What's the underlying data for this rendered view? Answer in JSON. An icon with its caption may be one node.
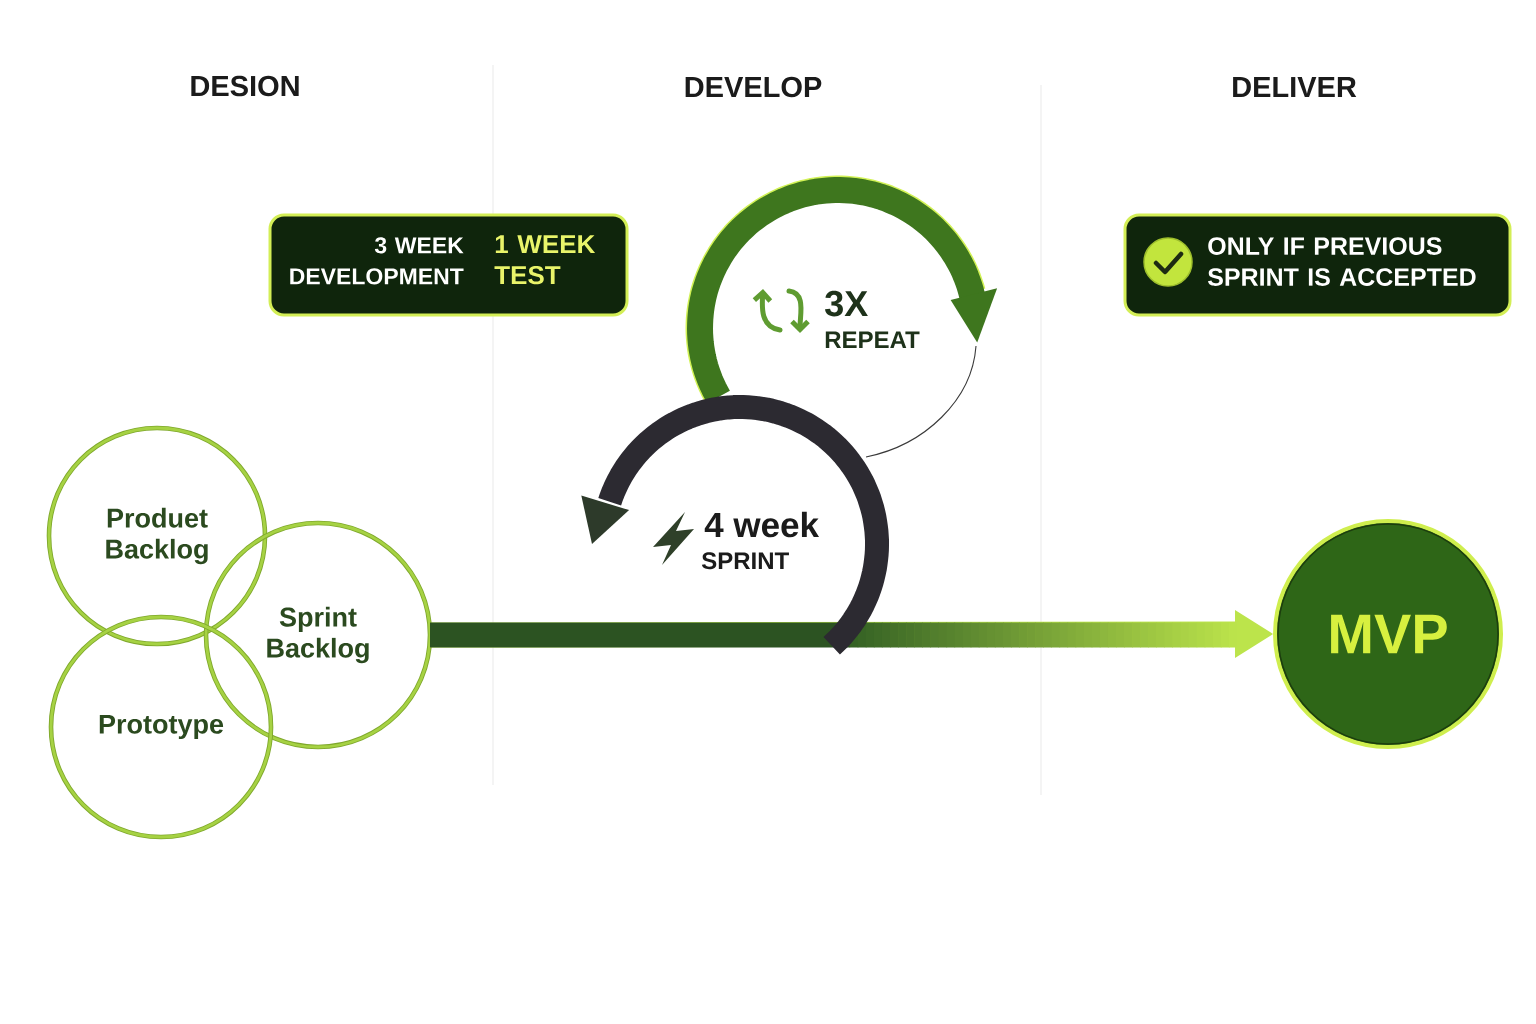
{
  "diagram": {
    "nodes": [
      {
        "text": [
          "3 WEEK DEVELOPMENT",
          "1 WEEK TEST"
        ]
      },
      {
        "text": [
          "ONLY IF PREVIOUS SPRINT IS ACCEPTED"
        ]
      },
      {
        "text": [
          "Produet Backlog"
        ]
      },
      {
        "text": [
          "Sprint Backlog"
        ]
      },
      {
        "text": [
          "Prototype"
        ]
      },
      {
        "text": [
          "MVP"
        ]
      }
    ],
    "edges": [
      {
        "from": 3,
        "to": 5,
        "arrow": "to"
      }
    ],
    "labels": [
      "DESION",
      "DEVELOP",
      "DELIVER",
      "3X",
      "REPEAT",
      "4 week",
      "SPRINT"
    ]
  }
}
